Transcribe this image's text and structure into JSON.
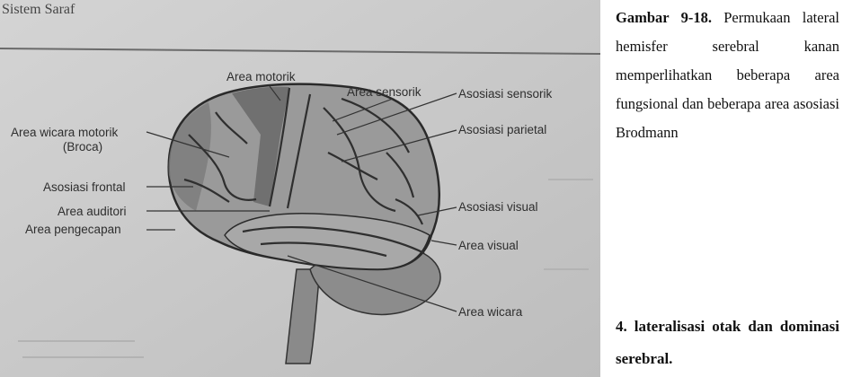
{
  "page_header": "Sistem Saraf",
  "figure": {
    "labels": {
      "area_motorik": "Area motorik",
      "area_sensorik": "Area sensorik",
      "asosiasi_sensorik": "Asosiasi sensorik",
      "asosiasi_parietal": "Asosiasi parietal",
      "area_wicara_motorik": "Area wicara motorik",
      "broca": "(Broca)",
      "asosiasi_frontal": "Asosiasi frontal",
      "area_auditori": "Area auditori",
      "area_pengecapan": "Area pengecapan",
      "asosiasi_visual": "Asosiasi visual",
      "area_visual": "Area visual",
      "area_wicara": "Area wicara"
    }
  },
  "caption": {
    "label": "Gambar 9-18.",
    "text": "Permukaan lateral hemisfer serebral kanan memperlihatkan beberapa area fungsional dan beberapa area asosiasi Brodmann"
  },
  "section_heading": "4. lateralisasi otak dan dominasi serebral."
}
